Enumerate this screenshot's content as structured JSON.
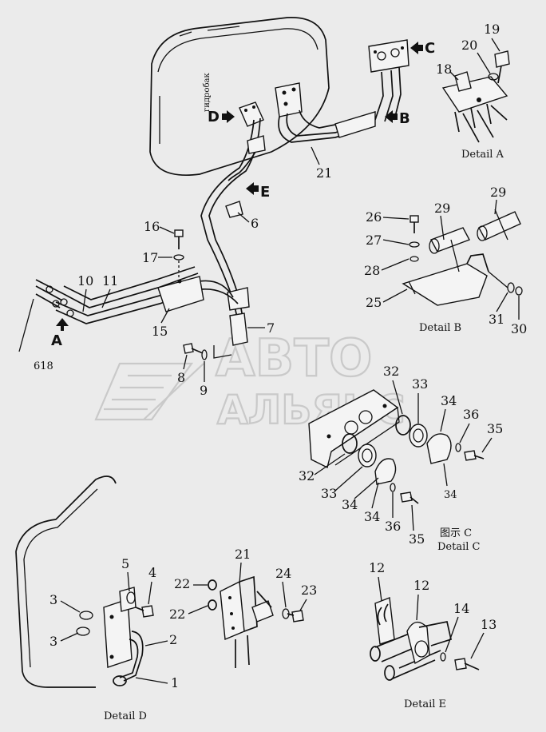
{
  "tank_label": "гидробак",
  "callouts": {
    "main": [
      "1",
      "2",
      "3",
      "3",
      "4",
      "5",
      "6",
      "7",
      "8",
      "9",
      "10",
      "11",
      "12",
      "12",
      "13",
      "14",
      "15",
      "16",
      "17",
      "19",
      "18",
      "20",
      "21",
      "21",
      "22",
      "22",
      "23",
      "24",
      "25",
      "26",
      "27",
      "28",
      "29",
      "29",
      "30",
      "31",
      "32",
      "32",
      "33",
      "33",
      "34",
      "34",
      "34",
      "35",
      "35",
      "36",
      "36",
      "618"
    ],
    "n1": "1",
    "n2": "2",
    "n3a": "3",
    "n3b": "3",
    "n4": "4",
    "n5": "5",
    "n6": "6",
    "n7": "7",
    "n8": "8",
    "n9": "9",
    "n10": "10",
    "n11": "11",
    "n12a": "12",
    "n12b": "12",
    "n13": "13",
    "n14": "14",
    "n15": "15",
    "n16": "16",
    "n17": "17",
    "n18": "18",
    "n19": "19",
    "n20": "20",
    "n21a": "21",
    "n21b": "21",
    "n22a": "22",
    "n22b": "22",
    "n23": "23",
    "n24": "24",
    "n25": "25",
    "n26": "26",
    "n27": "27",
    "n28": "28",
    "n29a": "29",
    "n29b": "29",
    "n30": "30",
    "n31": "31",
    "n32a": "32",
    "n32b": "32",
    "n33a": "33",
    "n33b": "33",
    "n34a": "34",
    "n34b": "34",
    "n34c": "34",
    "n35a": "35",
    "n35b": "35",
    "n36a": "36",
    "n36b": "36",
    "n618": "618"
  },
  "view_arrows": {
    "A": "A",
    "B": "B",
    "C": "C",
    "D": "D",
    "E": "E"
  },
  "captions": {
    "detail_a": "Detail A",
    "detail_b": "Detail B",
    "detail_c_cn": "图示 C",
    "detail_c": "Detail C",
    "detail_d": "Detail D",
    "detail_e": "Detail E"
  },
  "watermark": {
    "line1": "АВТО",
    "line2": "АЛЬЯНС"
  }
}
